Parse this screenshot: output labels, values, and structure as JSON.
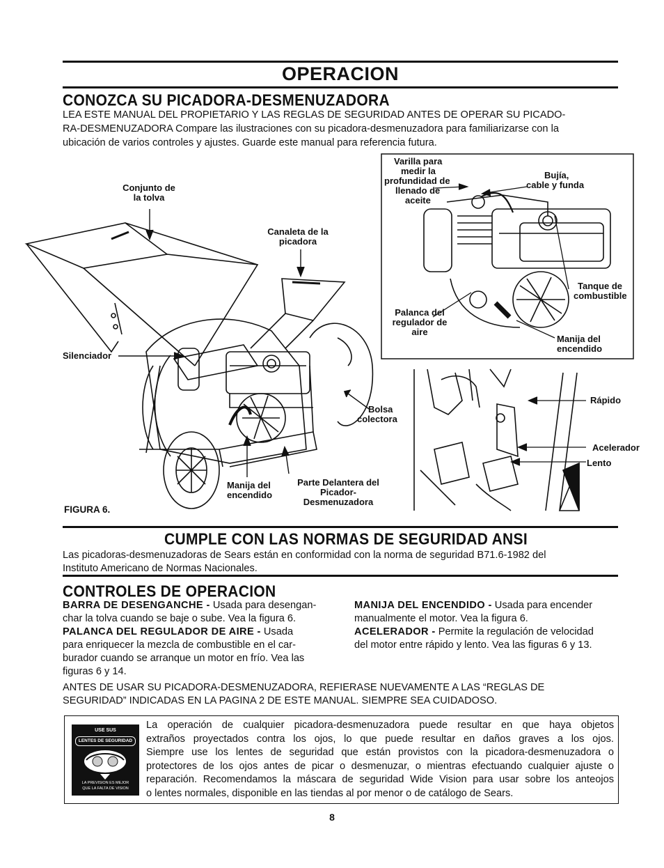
{
  "header": {
    "title": "OPERACION"
  },
  "section1": {
    "heading": "CONOZCA SU PICADORA-DESMENUZADORA",
    "line1": "LEA ESTE MANUAL DEL PROPIETARIO Y LAS REGLAS DE SEGURIDAD ANTES DE OPERAR SU PICADO-",
    "line2": "RA-DESMENUZADORA Compare las ilustraciones con su picadora-desmenuzadora para familiarizarse con la",
    "line3": "ubicación de varios controles y ajustes. Guarde este manual para referencia futura."
  },
  "figure": {
    "caption": "FIGURA 6.",
    "labels": {
      "conjunto": [
        "Conjunto de",
        "la tolva"
      ],
      "canaleta": [
        "Canaleta de la",
        "picadora"
      ],
      "silenciador": "Silenciador",
      "bolsa": [
        "Bolsa",
        "colectora"
      ],
      "manija_main": [
        "Manija del",
        "encendido"
      ],
      "parte": [
        "Parte Delantera del",
        "Picador-",
        "Desmenuzadora"
      ],
      "varilla": [
        "Varilla para",
        "medir la",
        "profundidad de",
        "llenado de",
        "aceite"
      ],
      "bujia": [
        "Bujía,",
        "cable y funda"
      ],
      "tanque": [
        "Tanque de",
        "combustible"
      ],
      "palanca": [
        "Palanca del",
        "regulador de",
        "aire"
      ],
      "manija_inset": [
        "Manija del",
        "encendido"
      ],
      "rapido": "Rápido",
      "acelerador": "Acelerador",
      "lento": "Lento"
    }
  },
  "section2": {
    "heading": "CUMPLE CON LAS NORMAS DE SEGURIDAD ANSI",
    "line1": "Las picadoras-desmenuzadoras de Sears están en conformidad con la norma de seguridad B71.6-1982 del",
    "line2": "Instituto Americano de Normas Nacionales."
  },
  "section3": {
    "heading": "CONTROLES DE OPERACION",
    "barra_term": "BARRA DE DESENGANCHE -",
    "barra_text1": " Usada para desengan-",
    "barra_text2": "char la tolva cuando se baje o sube. Vea la figura 6.",
    "palanca_term": "PALANCA DEL REGULADOR DE AIRE -",
    "palanca_text1": " Usada",
    "palanca_text2": "para enriquecer la mezcla de combustible en el car-",
    "palanca_text3": "burador cuando se arranque un motor en frío. Vea las",
    "palanca_text4": "figuras 6 y 14.",
    "manija_term": "MANIJA DEL ENCENDIDO -",
    "manija_text1": " Usada para encender",
    "manija_text2": "manualmente el motor. Vea la figura 6.",
    "acel_term": "ACELERADOR -",
    "acel_text1": " Permite la regulación de velocidad",
    "acel_text2": "del motor entre rápido y lento. Vea las figuras 6 y 13.",
    "warn1": "ANTES DE USAR SU PICADORA-DESMENUZADORA, REFIERASE NUEVAMENTE A LAS “REGLAS DE",
    "warn2": "SEGURIDAD” INDICADAS EN LA PAGINA 2 DE ESTE MANUAL. SIEMPRE SEA CUIDADOSO."
  },
  "safety_box": {
    "badge_top": "USE SUS",
    "badge_mid": "LENTES DE SEGURIDAD",
    "badge_bot1": "LA PREVISION ES MEJOR",
    "badge_bot2": "QUE LA FALTA DE VISION",
    "lines": [
      "La operación de cualquier picadora-desmenuzadora puede resultar en que haya objetos",
      "extraños proyectados contra los ojos, lo que puede resultar en daños graves a los ojos.",
      "Siempre use los lentes de seguridad que están provistos con la picadora-desmenuzadora o",
      "protectores de los ojos antes de picar o desmenuzar, o mientras efectuando cualquier ajuste o",
      "reparación. Recomendamos la máscara de seguridad Wide Vision para usar sobre los anteojos",
      "o lentes normales, disponible en las tiendas al por menor o de catálogo de Sears."
    ]
  },
  "footer": {
    "page_number": "8"
  }
}
